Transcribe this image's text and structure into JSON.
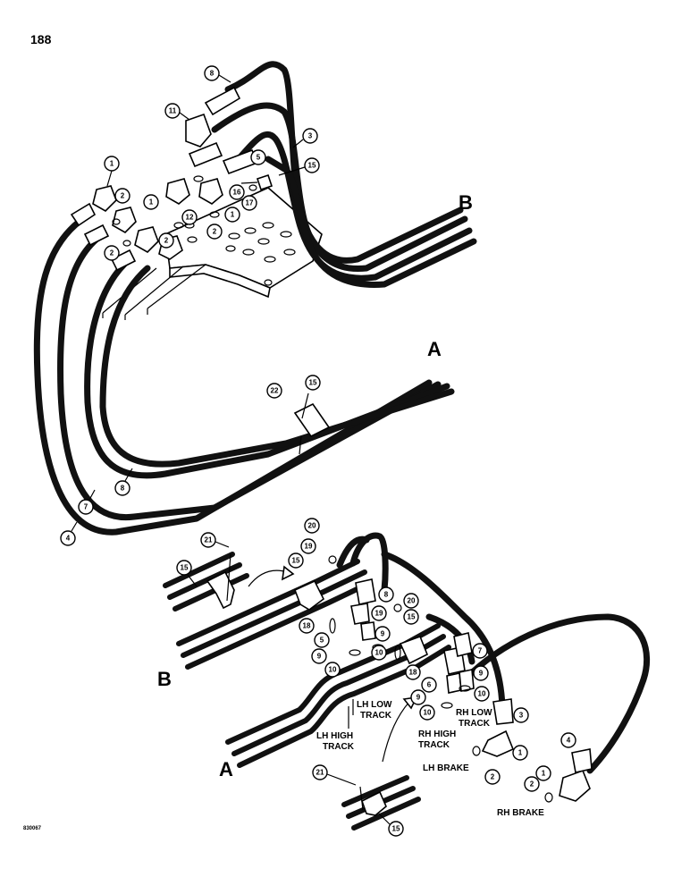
{
  "page_number": "188",
  "figure_number": "830067",
  "section_letters": {
    "b_top": "B",
    "a_top": "A",
    "b_bottom": "B",
    "a_bottom": "A"
  },
  "labels": {
    "lh_low_track": [
      "LH LOW",
      "TRACK"
    ],
    "lh_high_track": [
      "LH HIGH",
      "TRACK"
    ],
    "rh_high_track": [
      "RH HIGH",
      "TRACK"
    ],
    "rh_low_track": [
      "RH LOW",
      "TRACK"
    ],
    "lh_brake": "LH BRAKE",
    "rh_brake": "RH BRAKE"
  },
  "callouts": {
    "c8a": "8",
    "c11": "11",
    "c3a": "3",
    "c15a": "15",
    "c5a": "5",
    "c16": "16",
    "c17": "17",
    "c1a": "1",
    "c2a": "2",
    "c1b": "1",
    "c1c": "1",
    "c12": "12",
    "c2b": "2",
    "c2c": "2",
    "c2d": "2",
    "c22": "22",
    "c15b": "15",
    "c8b": "8",
    "c7a": "7",
    "c4a": "4",
    "c21a": "21",
    "c20a": "20",
    "c19a": "19",
    "c15c": "15",
    "c15d": "15",
    "c8c": "8",
    "c18a": "18",
    "c5b": "5",
    "c9a": "9",
    "c19b": "19",
    "c20b": "20",
    "c15e": "15",
    "c10a": "10",
    "c10b": "10",
    "c9b": "9",
    "c7b": "7",
    "c18b": "18",
    "c6": "6",
    "c9c": "9",
    "c9d": "9",
    "c10c": "10",
    "c10d": "10",
    "c3b": "3",
    "c1d": "1",
    "c2e": "2",
    "c4b": "4",
    "c1e": "1",
    "c2f": "2",
    "c21b": "21",
    "c15f": "15"
  }
}
